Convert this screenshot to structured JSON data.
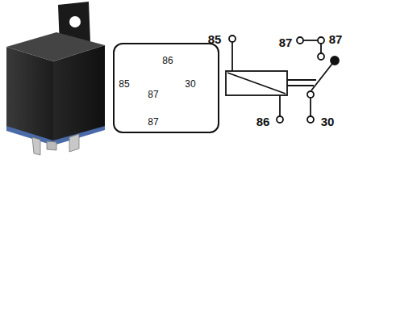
{
  "diagram": {
    "nodes": [
      {
        "text": [
          "86",
          "85",
          "87",
          "30",
          "87"
        ]
      }
    ],
    "labels": [
      "85",
      "87",
      "87",
      "86",
      "30"
    ]
  }
}
